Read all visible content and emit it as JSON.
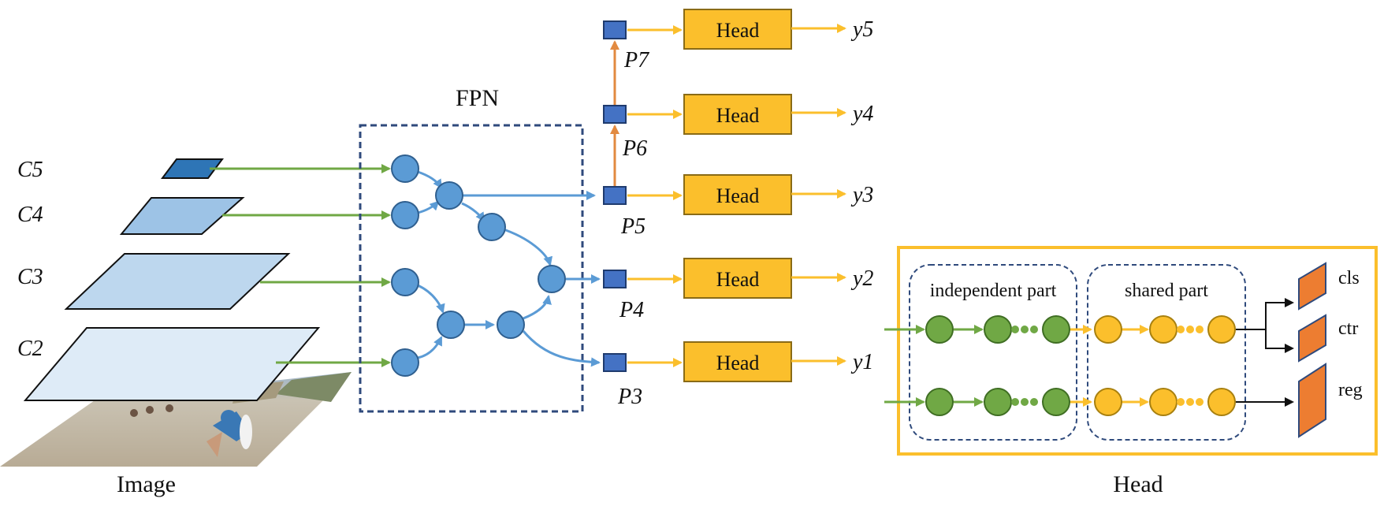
{
  "labels": {
    "image": "Image",
    "fpn": "FPN",
    "head_title": "Head",
    "independent": "independent part",
    "shared": "shared part",
    "cls": "cls",
    "ctr": "ctr",
    "reg": "reg"
  },
  "backbone": [
    "C5",
    "C4",
    "C3",
    "C2"
  ],
  "pyramid": [
    "P7",
    "P6",
    "P5",
    "P4",
    "P3"
  ],
  "heads": [
    "Head",
    "Head",
    "Head",
    "Head",
    "Head"
  ],
  "outputs": [
    "y5",
    "y4",
    "y3",
    "y2",
    "y1"
  ],
  "colors": {
    "green": "#70a845",
    "blue_node": "#5b9bd5",
    "blue_arrow": "#5b9bd5",
    "p_box": "#4472c4",
    "head_fill": "#fbbf2c",
    "orange_arrow": "#e28a40",
    "out_fill": "#ed7d31",
    "navy": "#2f4a7c"
  }
}
